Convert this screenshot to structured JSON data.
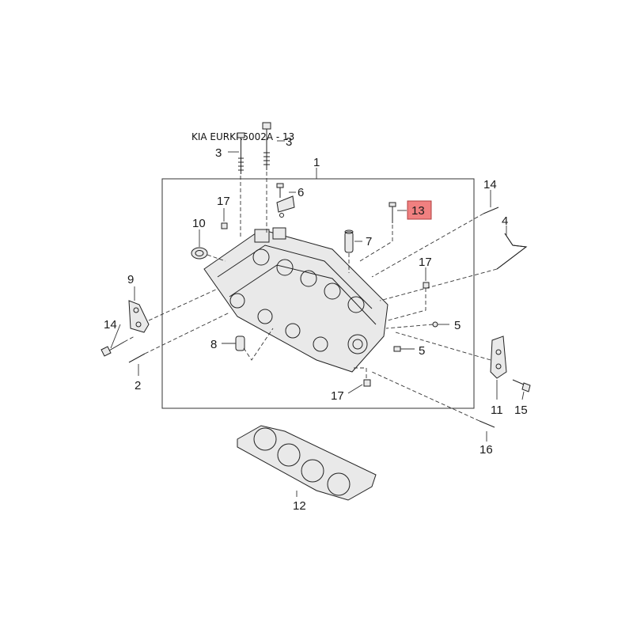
{
  "caption": "KIA EURKR5002A - 13",
  "highlight_color": "#f08080",
  "callouts": [
    {
      "id": "c1",
      "text": "1"
    },
    {
      "id": "c2",
      "text": "2"
    },
    {
      "id": "c3a",
      "text": "3"
    },
    {
      "id": "c3b",
      "text": "3"
    },
    {
      "id": "c4",
      "text": "4"
    },
    {
      "id": "c5a",
      "text": "5"
    },
    {
      "id": "c5b",
      "text": "5"
    },
    {
      "id": "c6",
      "text": "6"
    },
    {
      "id": "c7",
      "text": "7"
    },
    {
      "id": "c8",
      "text": "8"
    },
    {
      "id": "c9",
      "text": "9"
    },
    {
      "id": "c10",
      "text": "10"
    },
    {
      "id": "c11",
      "text": "11"
    },
    {
      "id": "c12",
      "text": "12"
    },
    {
      "id": "c13",
      "text": "13",
      "highlighted": true
    },
    {
      "id": "c14a",
      "text": "14"
    },
    {
      "id": "c14b",
      "text": "14"
    },
    {
      "id": "c15",
      "text": "15"
    },
    {
      "id": "c16",
      "text": "16"
    },
    {
      "id": "c17a",
      "text": "17"
    },
    {
      "id": "c17b",
      "text": "17"
    },
    {
      "id": "c17c",
      "text": "17"
    }
  ]
}
